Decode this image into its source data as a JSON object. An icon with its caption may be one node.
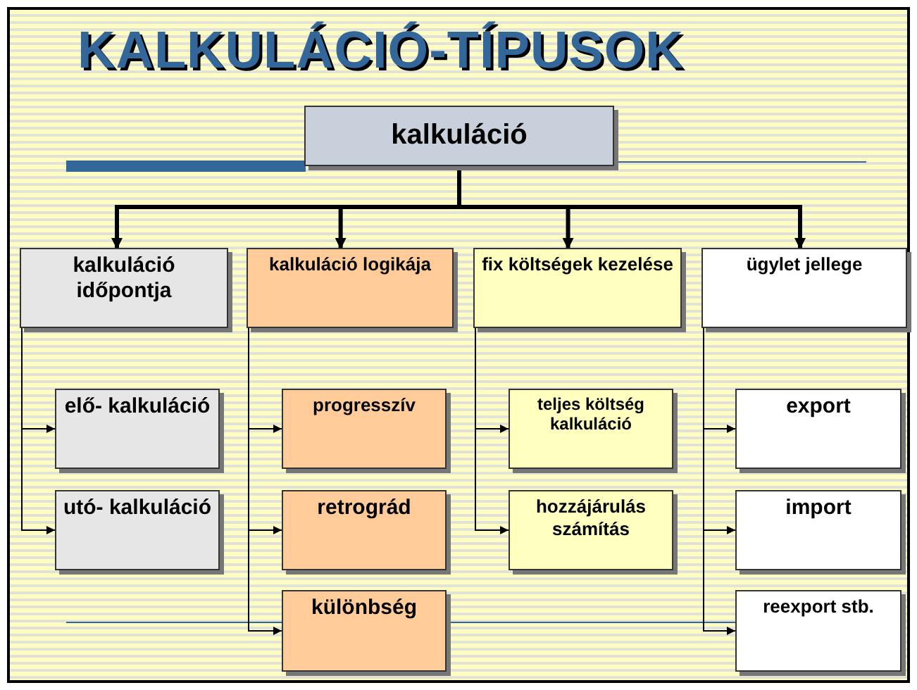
{
  "diagram": {
    "title": "KALKULÁCIÓ-TÍPUSOK",
    "nodes": [
      {
        "text": [
          "kalkuláció"
        ]
      },
      {
        "text": [
          "kalkuláció időpontja"
        ]
      },
      {
        "text": [
          "kalkuláció logikája"
        ]
      },
      {
        "text": [
          "fix költségek kezelése"
        ]
      },
      {
        "text": [
          "ügylet jellege"
        ]
      },
      {
        "text": [
          "elő- kalkuláció"
        ]
      },
      {
        "text": [
          "utó- kalkuláció"
        ]
      },
      {
        "text": [
          "progresszív"
        ]
      },
      {
        "text": [
          "retrográd"
        ]
      },
      {
        "text": [
          "különbség"
        ]
      },
      {
        "text": [
          "teljes költség kalkuláció"
        ]
      },
      {
        "text": [
          "hozzájárulás számítás"
        ]
      },
      {
        "text": [
          "export"
        ]
      },
      {
        "text": [
          "import"
        ]
      },
      {
        "text": [
          "reexport stb."
        ]
      }
    ],
    "edges": [
      {
        "from": 0,
        "to": 1,
        "arrow": "to",
        "style": "thick"
      },
      {
        "from": 0,
        "to": 2,
        "arrow": "to",
        "style": "thick"
      },
      {
        "from": 0,
        "to": 3,
        "arrow": "to",
        "style": "thick"
      },
      {
        "from": 0,
        "to": 4,
        "arrow": "to",
        "style": "thick"
      },
      {
        "from": 1,
        "to": 5,
        "arrow": "to"
      },
      {
        "from": 1,
        "to": 6,
        "arrow": "to"
      },
      {
        "from": 2,
        "to": 7,
        "arrow": "to"
      },
      {
        "from": 2,
        "to": 8,
        "arrow": "to"
      },
      {
        "from": 2,
        "to": 9,
        "arrow": "to"
      },
      {
        "from": 3,
        "to": 10,
        "arrow": "to"
      },
      {
        "from": 3,
        "to": 11,
        "arrow": "to"
      },
      {
        "from": 4,
        "to": 12,
        "arrow": "to"
      },
      {
        "from": 4,
        "to": 13,
        "arrow": "to"
      },
      {
        "from": 4,
        "to": 14,
        "arrow": "to"
      }
    ]
  }
}
